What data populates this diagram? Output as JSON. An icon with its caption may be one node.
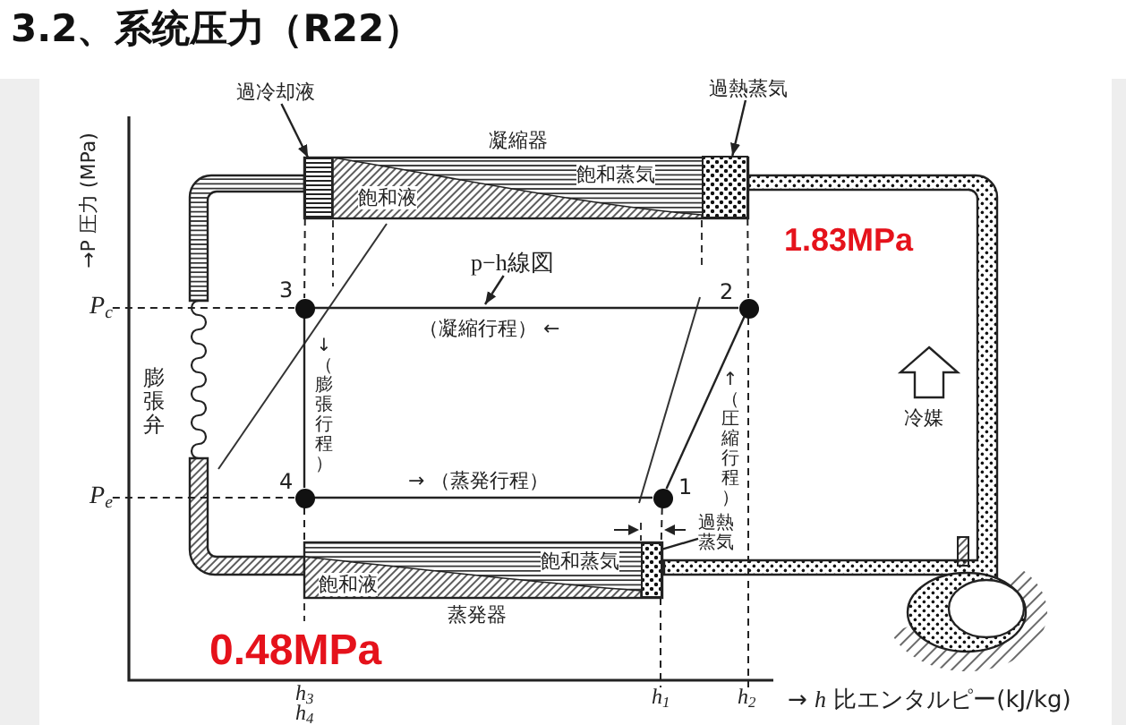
{
  "diagram": {
    "title": "3.2、系统压力（R22）",
    "nodes": [
      {
        "text": [
          "過冷却液"
        ]
      },
      {
        "text": [
          "過熱蒸気"
        ]
      },
      {
        "text": [
          "凝縮器",
          "飽和蒸気",
          "飽和液"
        ]
      },
      {
        "text": [],
        "shape": "box",
        "in": 2
      },
      {
        "text": [],
        "shape": "box",
        "in": 2
      },
      {
        "text": [
          "p−h線図"
        ]
      },
      {
        "text": [
          "P$_{c}$"
        ]
      },
      {
        "text": [],
        "shape": "circle",
        "beside": [
          "3"
        ]
      },
      {
        "text": [],
        "shape": "circle",
        "beside": [
          "2"
        ]
      },
      {
        "text": [
          "P$_{e}$"
        ]
      },
      {
        "text": [],
        "shape": "circle",
        "beside": [
          "4"
        ]
      },
      {
        "text": [],
        "shape": "circle",
        "beside": [
          "1"
        ]
      },
      {
        "text": [
          "過熱蒸気"
        ]
      },
      {
        "text": [
          "飽和蒸気",
          "飽和液",
          "蒸発器"
        ]
      },
      {
        "text": [],
        "shape": "box",
        "in": 13
      },
      {
        "text": [
          "h$_{1}$"
        ]
      },
      {
        "text": [
          "h$_{2}$"
        ]
      }
    ],
    "edges": [
      {
        "from": 0,
        "to": 3,
        "arrow": "to"
      },
      {
        "from": 1,
        "to": 4,
        "arrow": "to"
      },
      {
        "from": 5,
        "to": null,
        "arrow": "to"
      },
      {
        "from": 8,
        "to": 7,
        "arrow": "none",
        "label": "（凝縮行程） ←"
      },
      {
        "from": 7,
        "to": 10,
        "arrow": "none",
        "label": "↓（膨張行程）"
      },
      {
        "from": 10,
        "to": 11,
        "arrow": "none",
        "label": "→ （蒸発行程）"
      },
      {
        "from": 11,
        "to": 8,
        "arrow": "none",
        "label": "↑（圧縮行程）"
      },
      {
        "from": 12,
        "to": 14,
        "arrow": "none"
      },
      {
        "from": 6,
        "to": 7,
        "arrow": "none",
        "style": "dashed"
      },
      {
        "from": 9,
        "to": 10,
        "arrow": "none",
        "style": "dashed"
      },
      {
        "from": 3,
        "to": 7,
        "arrow": "none",
        "style": "dashed"
      },
      {
        "from": 10,
        "to": 13,
        "arrow": "none",
        "style": "dashed"
      },
      {
        "from": 4,
        "to": 8,
        "arrow": "none",
        "style": "dashed"
      },
      {
        "from": 8,
        "to": 16,
        "arrow": "none",
        "style": "dashed"
      },
      {
        "from": 11,
        "to": 14,
        "arrow": "none",
        "style": "dashed"
      },
      {
        "from": 14,
        "to": 15,
        "arrow": "none",
        "style": "dashed"
      }
    ],
    "labels": [
      "→P 圧力 (MPa)",
      "1.83MPa",
      "膨張弁",
      "冷媒",
      "0.48MPa",
      "h$_{3}$",
      "→ *h* 比エンタルピー(kJ/kg)",
      "h$_{4}$"
    ]
  }
}
